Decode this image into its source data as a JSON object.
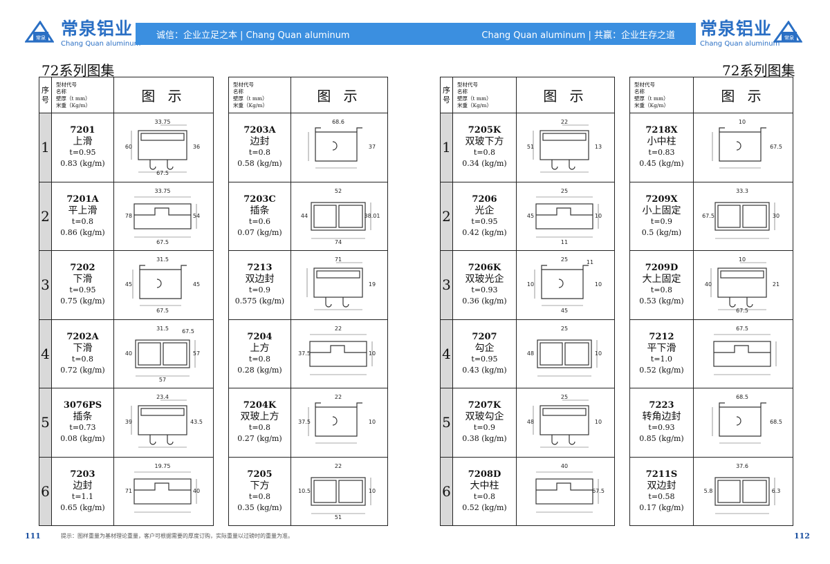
{
  "brand": {
    "cn": "常泉铝业",
    "en": "Chang Quan aluminum",
    "logo_text": "常泉"
  },
  "banner": {
    "left": "诚信：企业立足之本 | Chang Quan aluminum",
    "right": "Chang Quan aluminum | 共赢：企业生存之道"
  },
  "series_title": "72系列图集",
  "headers": {
    "no": [
      "序",
      "号"
    ],
    "spec": [
      "型材代号",
      "名称",
      "壁厚（t mm）",
      "米重（Kg/m）"
    ],
    "fig": "图 示"
  },
  "rows": [
    "1",
    "2",
    "3",
    "4",
    "5",
    "6"
  ],
  "tables": [
    {
      "items": [
        {
          "code": "7201",
          "name": "上滑",
          "t": "t=0.95",
          "w": "0.83 (kg/m)",
          "dims": [
            "33.75",
            "36",
            "60",
            "67.5"
          ]
        },
        {
          "code": "7201A",
          "name": "平上滑",
          "t": "t=0.8",
          "w": "0.86 (kg/m)",
          "dims": [
            "33.75",
            "54",
            "78",
            "67.5"
          ]
        },
        {
          "code": "7202",
          "name": "下滑",
          "t": "t=0.95",
          "w": "0.75 (kg/m)",
          "dims": [
            "31.5",
            "45",
            "45",
            "67.5"
          ]
        },
        {
          "code": "7202A",
          "name": "下滑",
          "t": "t=0.8",
          "w": "0.72 (kg/m)",
          "dims": [
            "31.5",
            "57",
            "40",
            "57",
            "67.5"
          ]
        },
        {
          "code": "3076PS",
          "name": "插条",
          "t": "t=0.73",
          "w": "0.08 (kg/m)",
          "dims": [
            "23.4",
            "43.5",
            "39"
          ]
        },
        {
          "code": "7203",
          "name": "边封",
          "t": "t=1.1",
          "w": "0.65 (kg/m)",
          "dims": [
            "19.75",
            "40",
            "71"
          ]
        }
      ]
    },
    {
      "items": [
        {
          "code": "7203A",
          "name": "边封",
          "t": "t=0.8",
          "w": "0.58 (kg/m)",
          "dims": [
            "68.6",
            "37"
          ]
        },
        {
          "code": "7203C",
          "name": "插条",
          "t": "t=0.6",
          "w": "0.07 (kg/m)",
          "dims": [
            "52",
            "38.01",
            "44",
            "74"
          ]
        },
        {
          "code": "7213",
          "name": "双边封",
          "t": "t=0.9",
          "w": "0.575 (kg/m)",
          "dims": [
            "71",
            "19"
          ]
        },
        {
          "code": "7204",
          "name": "上方",
          "t": "t=0.8",
          "w": "0.28 (kg/m)",
          "dims": [
            "22",
            "10",
            "37.5"
          ]
        },
        {
          "code": "7204K",
          "name": "双玻上方",
          "t": "t=0.8",
          "w": "0.27 (kg/m)",
          "dims": [
            "22",
            "10",
            "37.5"
          ]
        },
        {
          "code": "7205",
          "name": "下方",
          "t": "t=0.8",
          "w": "0.35 (kg/m)",
          "dims": [
            "22",
            "10",
            "10.5",
            "51"
          ]
        }
      ]
    },
    {
      "items": [
        {
          "code": "7205K",
          "name": "双玻下方",
          "t": "t=0.8",
          "w": "0.34 (kg/m)",
          "dims": [
            "22",
            "13",
            "51"
          ]
        },
        {
          "code": "7206",
          "name": "光企",
          "t": "t=0.95",
          "w": "0.42 (kg/m)",
          "dims": [
            "25",
            "10",
            "45",
            "11"
          ]
        },
        {
          "code": "7206K",
          "name": "双玻光企",
          "t": "t=0.93",
          "w": "0.36 (kg/m)",
          "dims": [
            "25",
            "10",
            "10",
            "45",
            "11"
          ]
        },
        {
          "code": "7207",
          "name": "勾企",
          "t": "t=0.95",
          "w": "0.43 (kg/m)",
          "dims": [
            "25",
            "10",
            "48"
          ]
        },
        {
          "code": "7207K",
          "name": "双玻勾企",
          "t": "t=0.9",
          "w": "0.38 (kg/m)",
          "dims": [
            "25",
            "10",
            "48"
          ]
        },
        {
          "code": "7208D",
          "name": "大中柱",
          "t": "t=0.8",
          "w": "0.52 (kg/m)",
          "dims": [
            "40",
            "67.5"
          ]
        }
      ]
    },
    {
      "items": [
        {
          "code": "7218X",
          "name": "小中柱",
          "t": "t=0.83",
          "w": "0.45 (kg/m)",
          "dims": [
            "10",
            "67.5"
          ]
        },
        {
          "code": "7209X",
          "name": "小上固定",
          "t": "t=0.9",
          "w": "0.5 (kg/m)",
          "dims": [
            "33.3",
            "30",
            "67.5"
          ]
        },
        {
          "code": "7209D",
          "name": "大上固定",
          "t": "t=0.8",
          "w": "0.53 (kg/m)",
          "dims": [
            "10",
            "21",
            "40",
            "67.5"
          ]
        },
        {
          "code": "7212",
          "name": "平下滑",
          "t": "t=1.0",
          "w": "0.52 (kg/m)",
          "dims": [
            "67.5"
          ]
        },
        {
          "code": "7223",
          "name": "转角边封",
          "t": "t=0.93",
          "w": "0.85 (kg/m)",
          "dims": [
            "68.5",
            "68.5"
          ]
        },
        {
          "code": "7211S",
          "name": "双边封",
          "t": "t=0.58",
          "w": "0.17 (kg/m)",
          "dims": [
            "37.6",
            "6.3",
            "5.8"
          ]
        }
      ]
    }
  ],
  "footer": {
    "page_left": "111",
    "page_right": "112",
    "note": "提示：图样重量为基材理论重量，客户可根据需要的厚度订购，实际重量以过磅时的重量为准。"
  }
}
